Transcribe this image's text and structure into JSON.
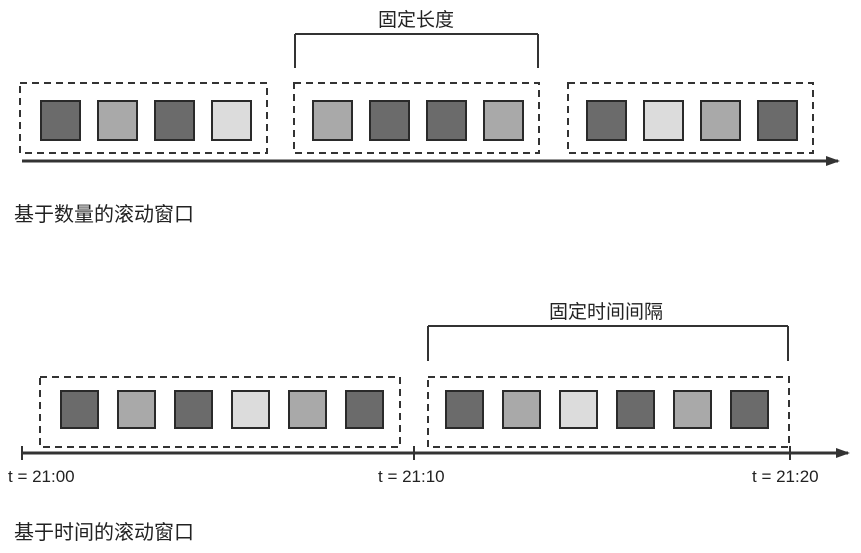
{
  "count_window": {
    "title": "基于数量的滚动窗口",
    "bracket_label": "固定长度",
    "windows": [
      [
        "#6b6b6b",
        "#a9a9a9",
        "#6b6b6b",
        "#dcdcdc"
      ],
      [
        "#a9a9a9",
        "#6b6b6b",
        "#6b6b6b",
        "#a9a9a9"
      ],
      [
        "#6b6b6b",
        "#dcdcdc",
        "#a9a9a9",
        "#6b6b6b"
      ]
    ]
  },
  "time_window": {
    "title": "基于时间的滚动窗口",
    "bracket_label": "固定时间间隔",
    "windows": [
      [
        "#6b6b6b",
        "#a9a9a9",
        "#6b6b6b",
        "#dcdcdc",
        "#a9a9a9",
        "#6b6b6b"
      ],
      [
        "#6b6b6b",
        "#a9a9a9",
        "#dcdcdc",
        "#6b6b6b",
        "#a9a9a9",
        "#6b6b6b"
      ]
    ],
    "time_labels": [
      "t = 21:00",
      "t = 21:10",
      "t = 21:20"
    ]
  },
  "colors": {
    "dark": "#6b6b6b",
    "medium": "#a9a9a9",
    "light": "#dcdcdc",
    "stroke": "#333333"
  }
}
